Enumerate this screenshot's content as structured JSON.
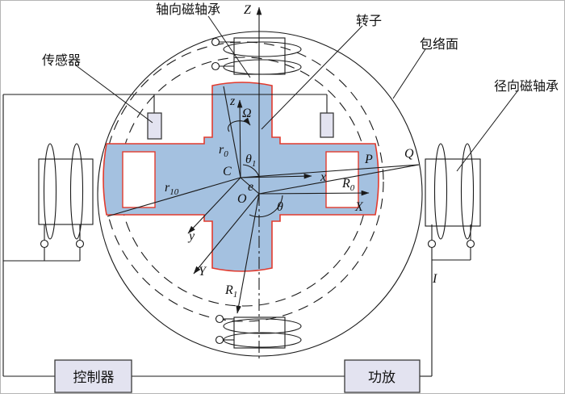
{
  "labels": {
    "axial_bearing": "轴向磁轴承",
    "rotor": "转子",
    "envelope": "包络面",
    "sensor": "传感器",
    "radial_bearing": "径向磁轴承",
    "controller": "控制器",
    "amplifier": "功放"
  },
  "symbols": {
    "Z_upper": "Z",
    "z_lower": "z",
    "x_lower": "x",
    "X_upper": "X",
    "y_lower": "y",
    "Y_upper": "Y",
    "omega": "Ω",
    "theta": "θ",
    "theta1_base": "θ",
    "theta1_sub": "1",
    "e": "e",
    "C": "C",
    "O": "O",
    "P": "P",
    "Q": "Q",
    "I": "I",
    "r0_base": "r",
    "r0_sub": "0",
    "r10_base": "r",
    "r10_sub": "10",
    "R0_base": "R",
    "R0_sub": "0",
    "R1_base": "R",
    "R1_sub": "1"
  },
  "colors": {
    "rotor_fill": "#a4c1e0",
    "rotor_outline": "#e23b2e",
    "component_fill": "#e3e3f0",
    "line": "#1a1a1a"
  }
}
